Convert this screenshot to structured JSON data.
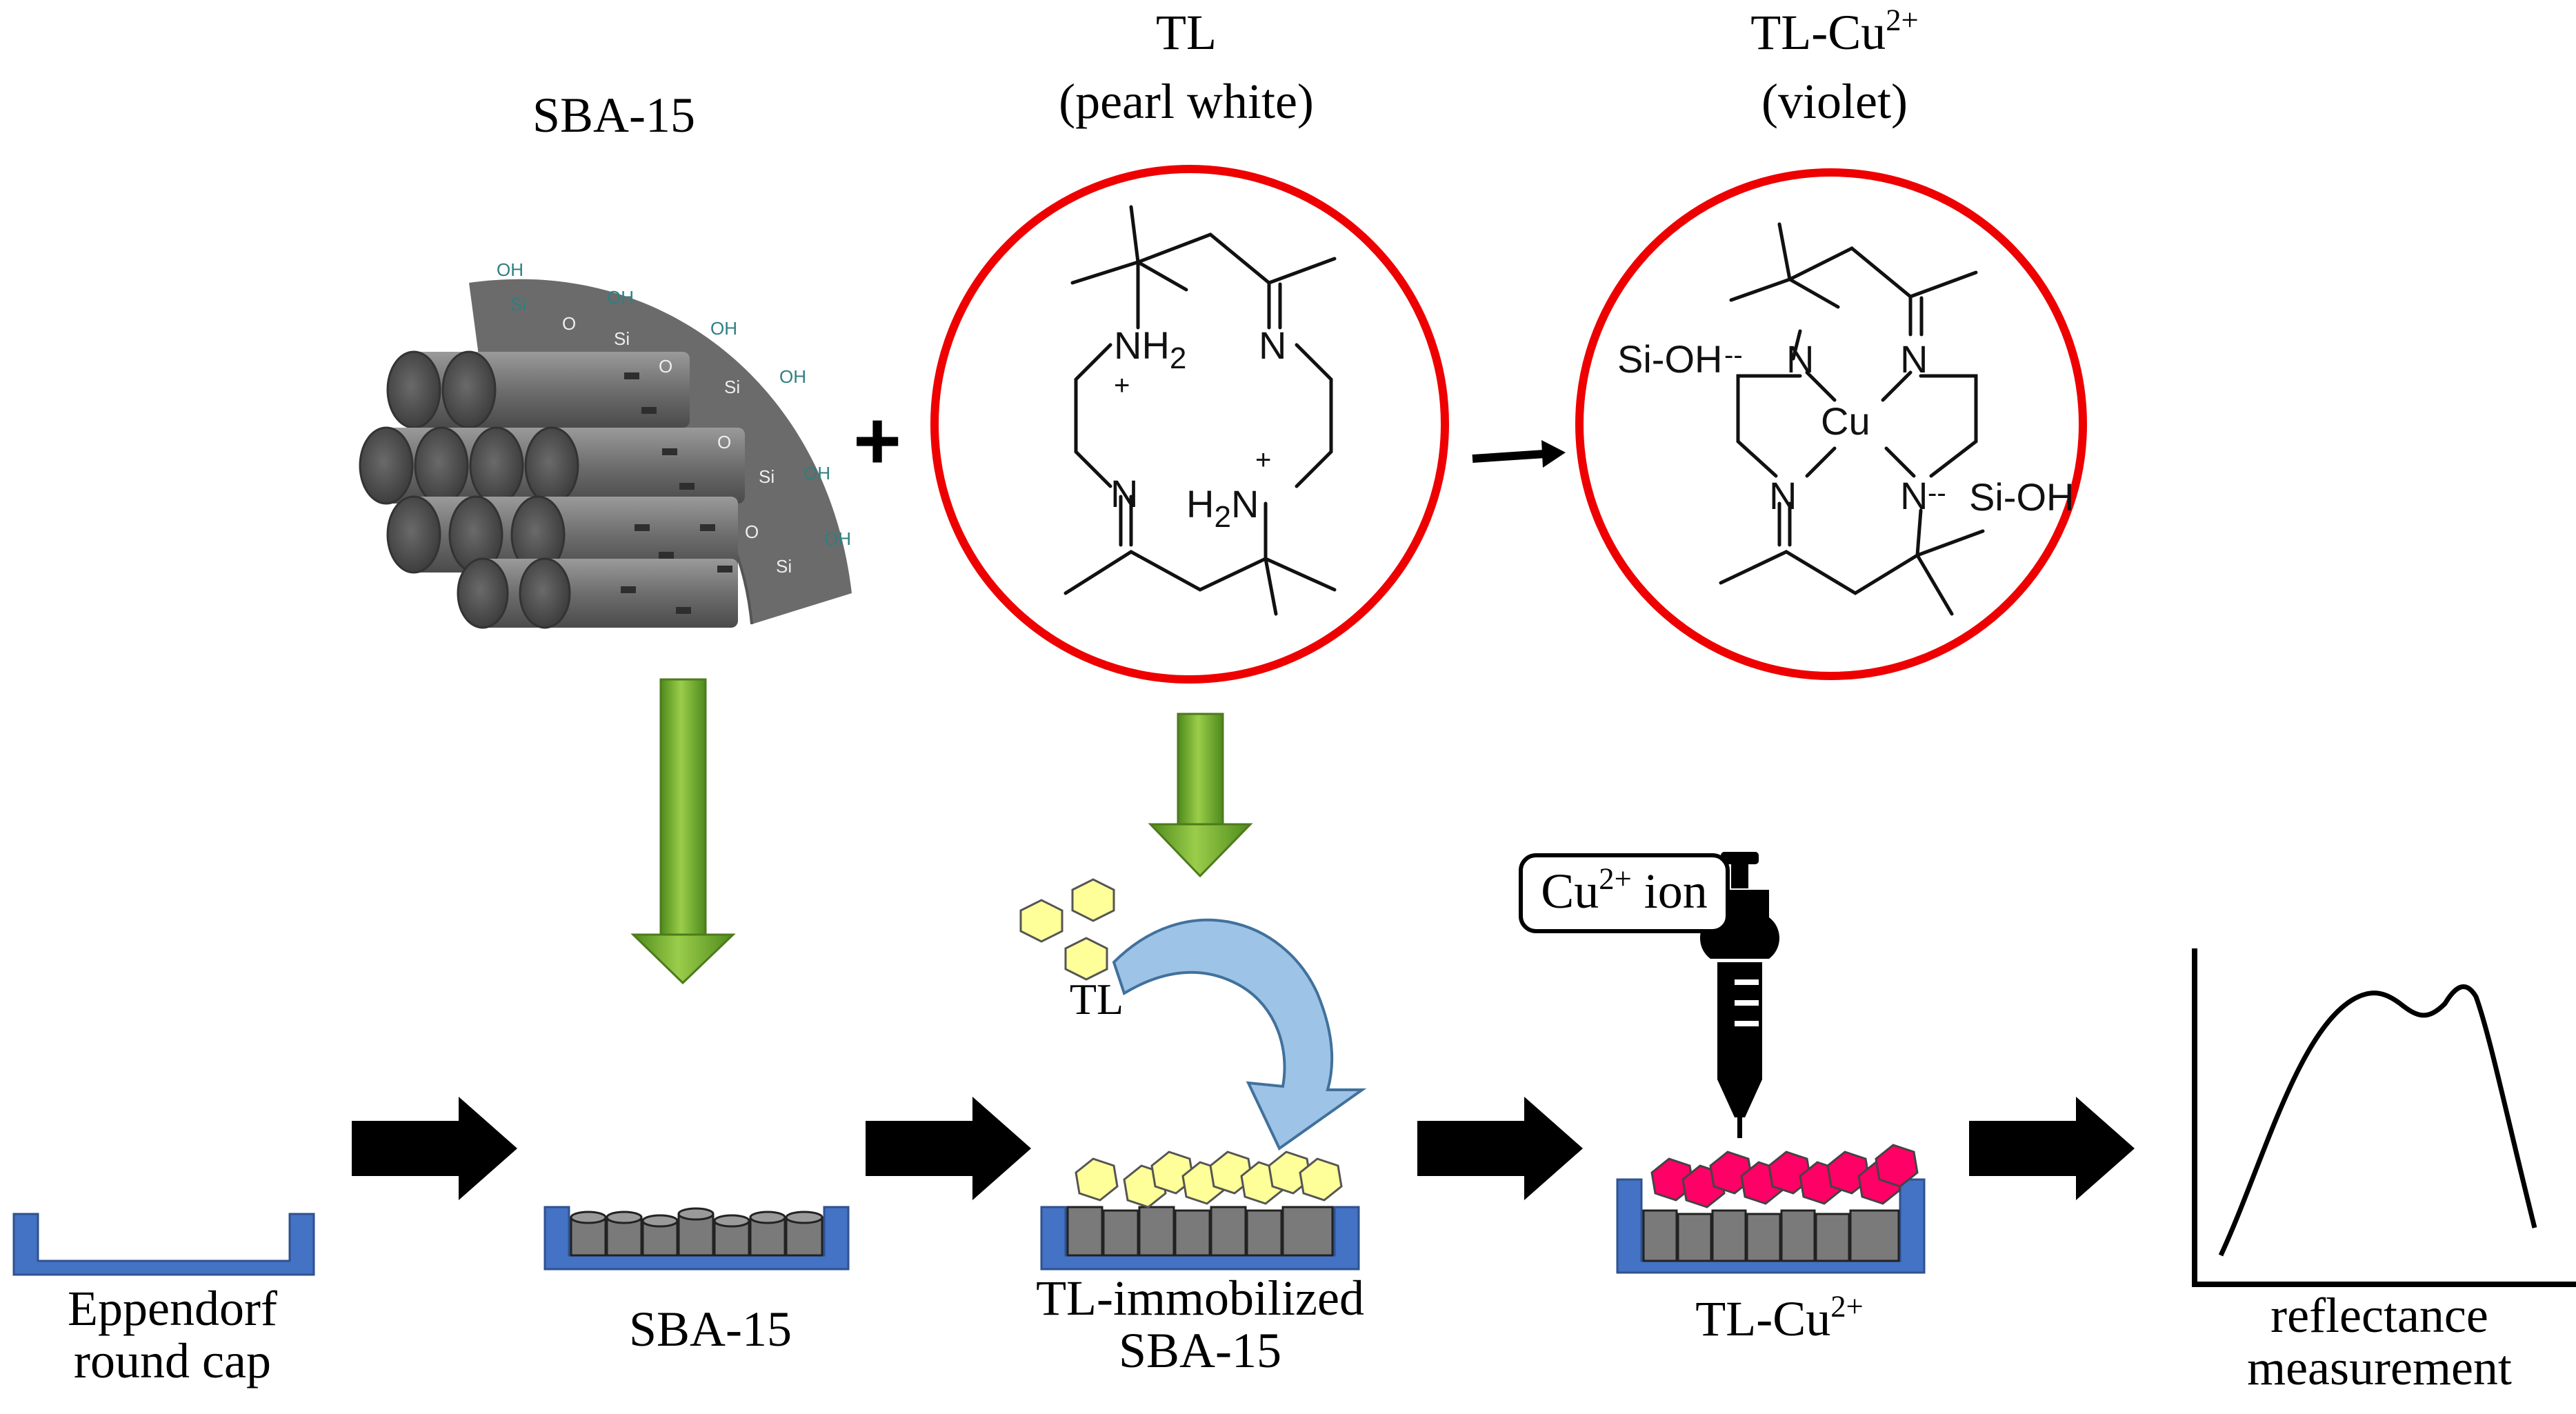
{
  "top": {
    "sba15_label": "SBA-15",
    "tl_title": "TL",
    "tl_subtitle": "(pearl white)",
    "tlcu_title_base": "TL-Cu",
    "tlcu_title_sup": "2+",
    "tlcu_subtitle": "(violet)",
    "plus": "+"
  },
  "sba15_structure": {
    "oh": "OH",
    "si": "Si",
    "o": "O"
  },
  "tl_structure": {
    "nh2": "NH",
    "nh2_sub": "2",
    "h2n_h": "H",
    "h2n_sub": "2",
    "h2n_n": "N",
    "n": "N",
    "charge": "+"
  },
  "tlcu_structure": {
    "si_oh_left": "Si-OH",
    "si_oh_right": "Si-OH",
    "cu": "Cu",
    "n": "N"
  },
  "bottom": {
    "eppendorf_line1": "Eppendorf",
    "eppendorf_line2": "round cap",
    "sba15_label": "SBA-15",
    "tl_label": "TL",
    "tl_immobilized_line1": "TL-immobilized",
    "tl_immobilized_line2": "SBA-15",
    "cu_ion_base": "Cu",
    "cu_ion_sup": "2+",
    "cu_ion_suffix": " ion",
    "tlcu_base": "TL-Cu",
    "tlcu_sup": "2+",
    "reflectance_line1": "reflectance",
    "reflectance_line2": "measurement"
  },
  "colors": {
    "ring_red": "#ee0000",
    "cap_blue": "#4472c4",
    "green_arrow": "#6aa22a",
    "tl_yellow": "#ffff99",
    "cu_pink": "#ff0066",
    "cylinder_gray": "#808080"
  }
}
